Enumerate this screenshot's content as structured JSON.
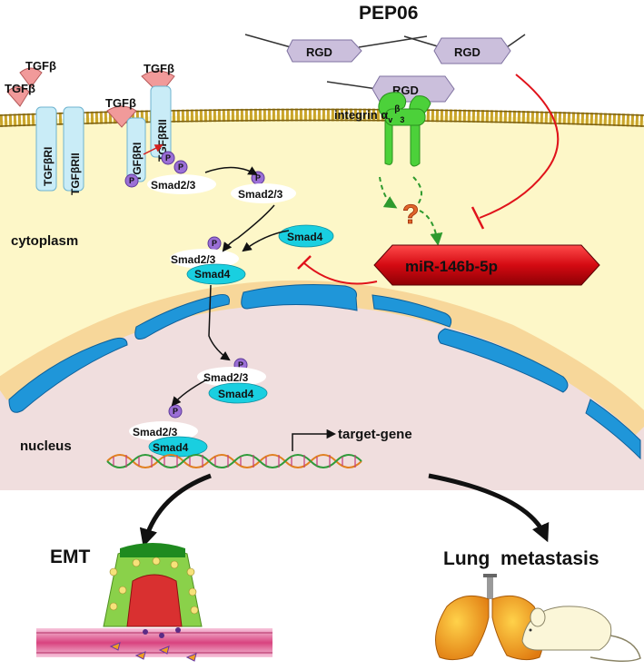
{
  "title": "PEP06",
  "labels": {
    "rgd": "RGD",
    "integrin": "integrin α",
    "integrin_sub_v": "v",
    "integrin_sup_b3": "β",
    "integrin_sub_3": "3",
    "tgfb": "TGFβ",
    "tgfbr1": "TGFβRI",
    "tgfbr2": "TGFβRII",
    "p": "P",
    "smad23": "Smad2/3",
    "smad4": "Smad4",
    "cytoplasm": "cytoplasm",
    "nucleus": "nucleus",
    "mirna": "miR-146b-5p",
    "question": "?",
    "target_gene": "target-gene",
    "emt": "EMT",
    "lung_metastasis": "Lung  metastasis"
  },
  "colors": {
    "cytoplasm": "#fdf7c8",
    "nucleus": "#f0dede",
    "nuclear_envelope": "#1f96d9",
    "smad4": "#19cfe0",
    "phospho": "#9b6fd6",
    "rgd": "#cbbfdc",
    "integrin": "#4cd13a",
    "tgfb_ligand": "#f19a9a",
    "receptor": "#c9ecf7",
    "mirna_red": "#e0131b",
    "inhibit_red": "#e0131b",
    "membrane": "#c9a42a"
  }
}
